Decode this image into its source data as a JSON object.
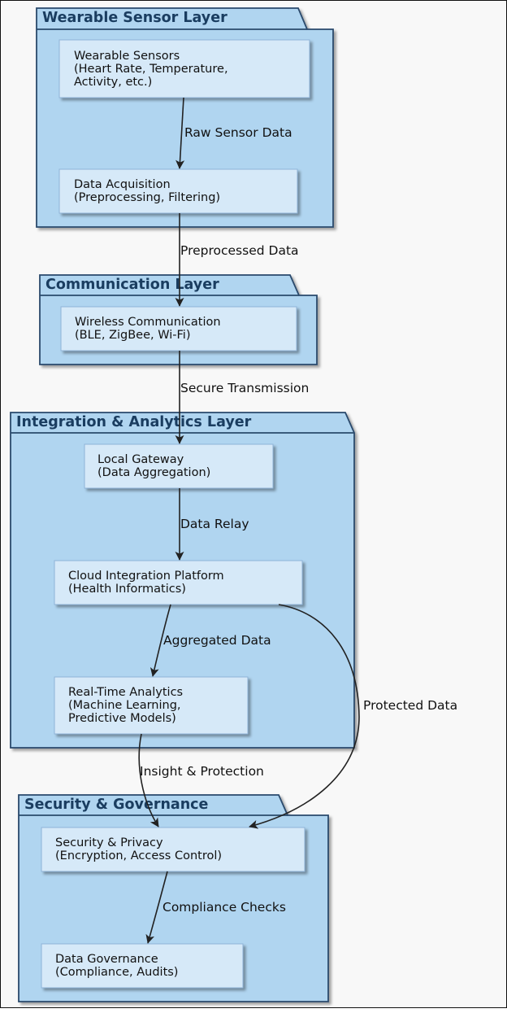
{
  "diagram": {
    "packages": [
      {
        "id": "wearable",
        "title": "Wearable Sensor Layer"
      },
      {
        "id": "communication",
        "title": "Communication Layer"
      },
      {
        "id": "integration",
        "title": "Integration & Analytics Layer"
      },
      {
        "id": "security",
        "title": "Security & Governance"
      }
    ],
    "nodes": [
      {
        "id": "sensors",
        "lines": [
          "Wearable Sensors",
          "(Heart Rate, Temperature,",
          "Activity, etc.)"
        ]
      },
      {
        "id": "acquisition",
        "lines": [
          "Data Acquisition",
          "(Preprocessing, Filtering)"
        ]
      },
      {
        "id": "wireless",
        "lines": [
          "Wireless Communication",
          "(BLE, ZigBee, Wi-Fi)"
        ]
      },
      {
        "id": "gateway",
        "lines": [
          "Local Gateway",
          "(Data Aggregation)"
        ]
      },
      {
        "id": "cloud",
        "lines": [
          "Cloud Integration Platform",
          "(Health Informatics)"
        ]
      },
      {
        "id": "analytics",
        "lines": [
          "Real-Time Analytics",
          "(Machine Learning,",
          "Predictive Models)"
        ]
      },
      {
        "id": "privacy",
        "lines": [
          "Security & Privacy",
          "(Encryption, Access Control)"
        ]
      },
      {
        "id": "governance",
        "lines": [
          "Data Governance",
          "(Compliance, Audits)"
        ]
      }
    ],
    "edges": [
      {
        "from": "sensors",
        "to": "acquisition",
        "label": "Raw Sensor Data"
      },
      {
        "from": "acquisition",
        "to": "wireless",
        "label": "Preprocessed Data"
      },
      {
        "from": "wireless",
        "to": "gateway",
        "label": "Secure Transmission"
      },
      {
        "from": "gateway",
        "to": "cloud",
        "label": "Data Relay"
      },
      {
        "from": "cloud",
        "to": "analytics",
        "label": "Aggregated Data"
      },
      {
        "from": "cloud",
        "to": "privacy",
        "label": "Protected Data"
      },
      {
        "from": "analytics",
        "to": "privacy",
        "label": "Insight & Protection"
      },
      {
        "from": "privacy",
        "to": "governance",
        "label": "Compliance Checks"
      }
    ]
  }
}
